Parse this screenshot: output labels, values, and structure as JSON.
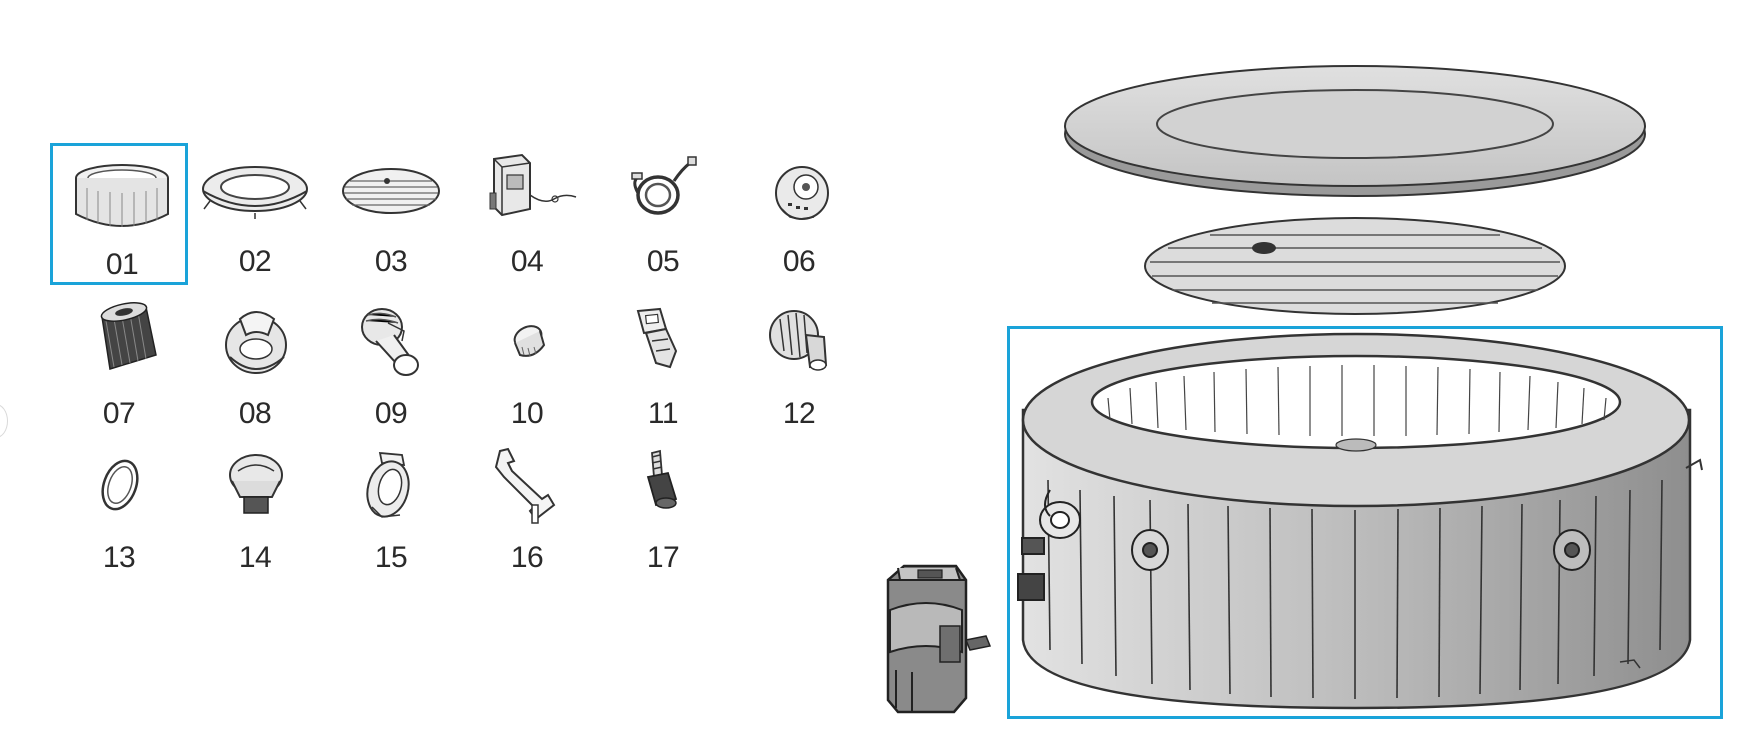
{
  "parts": [
    {
      "num": "01",
      "icon": "spa-liner-icon"
    },
    {
      "num": "02",
      "icon": "spa-cover-ring-icon"
    },
    {
      "num": "03",
      "icon": "inflatable-lid-icon"
    },
    {
      "num": "04",
      "icon": "pump-unit-icon"
    },
    {
      "num": "05",
      "icon": "hose-icon"
    },
    {
      "num": "06",
      "icon": "strainer-cap-icon"
    },
    {
      "num": "07",
      "icon": "filter-cartridge-icon"
    },
    {
      "num": "08",
      "icon": "drain-valve-icon"
    },
    {
      "num": "09",
      "icon": "elbow-connector-icon"
    },
    {
      "num": "10",
      "icon": "plug-cap-icon"
    },
    {
      "num": "11",
      "icon": "buckle-clip-icon"
    },
    {
      "num": "12",
      "icon": "threaded-connector-icon"
    },
    {
      "num": "13",
      "icon": "o-ring-icon"
    },
    {
      "num": "14",
      "icon": "air-valve-icon"
    },
    {
      "num": "15",
      "icon": "strainer-housing-icon"
    },
    {
      "num": "16",
      "icon": "valve-wrench-icon"
    },
    {
      "num": "17",
      "icon": "hose-adapter-icon"
    }
  ],
  "selected_part": "01",
  "colors": {
    "highlight": "#1aa3d9",
    "line": "#222222",
    "fill_light": "#d6d6d6",
    "fill_dark": "#8e8e8e"
  }
}
